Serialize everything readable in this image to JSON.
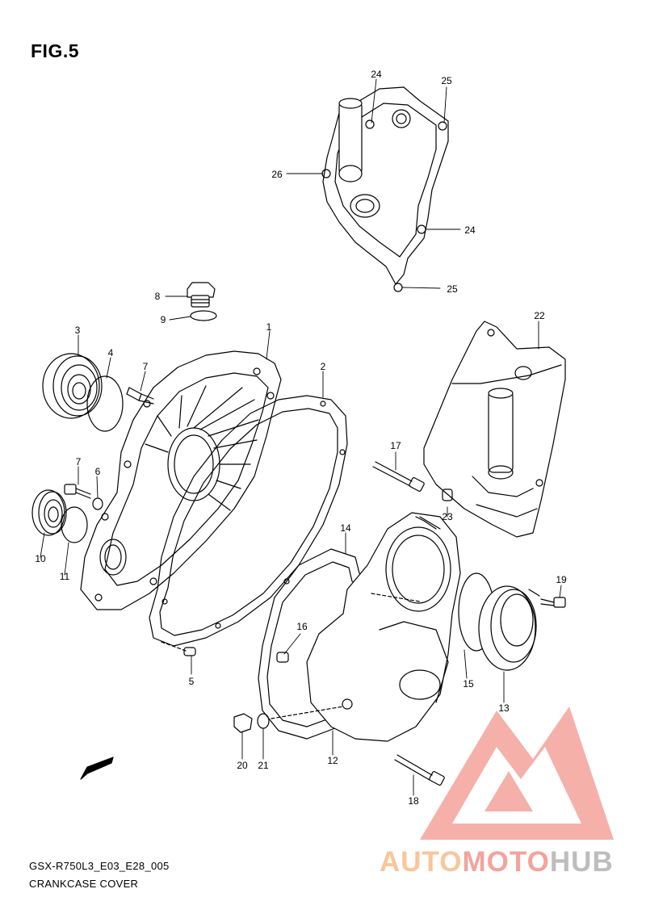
{
  "figure_title": "FIG.5",
  "drawing_code": "GSX-R750L3_E03_E28_005",
  "caption": "CRANKCASE COVER",
  "watermark": {
    "part1": "AUTO",
    "part2": "MOTO",
    "part3": "HUB",
    "color_orange": "#f9c59a",
    "color_red": "#f3a39b",
    "color_gray": "#bdbdbd"
  },
  "fwd_label": "FWD",
  "callouts": {
    "c1": "1",
    "c2": "2",
    "c3": "3",
    "c4": "4",
    "c5": "5",
    "c6": "6",
    "c7a": "7",
    "c7b": "7",
    "c8": "8",
    "c9": "9",
    "c10": "10",
    "c11": "11",
    "c12": "12",
    "c13": "13",
    "c14": "14",
    "c15": "15",
    "c16": "16",
    "c17": "17",
    "c18": "18",
    "c19": "19",
    "c20": "20",
    "c21": "21",
    "c22": "22",
    "c23": "23",
    "c24a": "24",
    "c24b": "24",
    "c25a": "25",
    "c25b": "25",
    "c26": "26"
  }
}
